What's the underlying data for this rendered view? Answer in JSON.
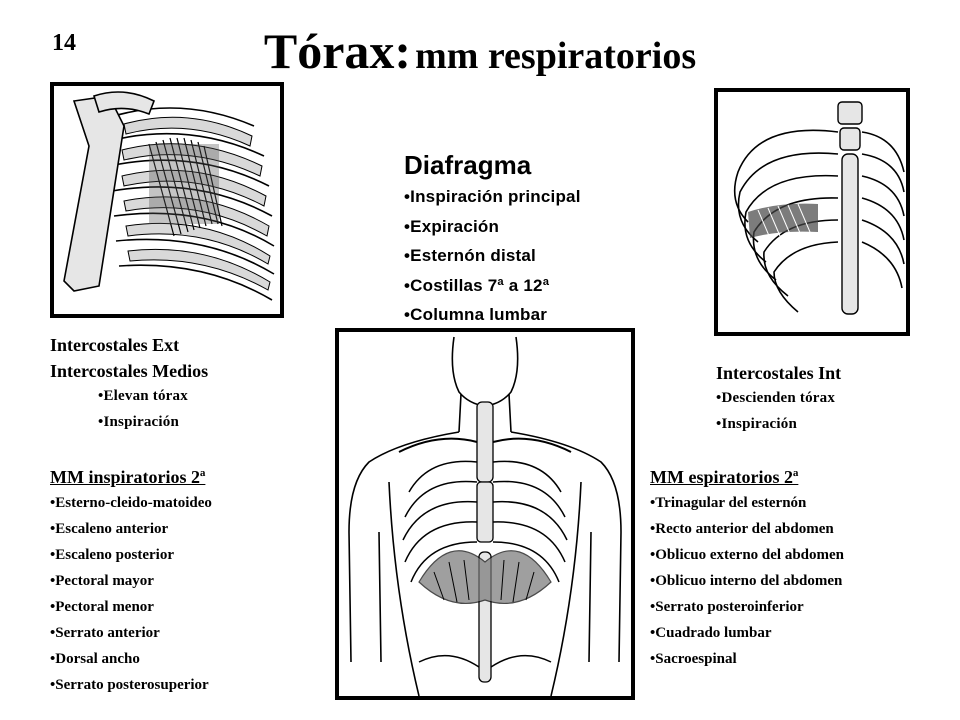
{
  "slide": {
    "number": "14",
    "title_main": "Tórax:",
    "title_sub": "mm respiratorios"
  },
  "diafragma": {
    "title": "Diafragma",
    "items": [
      "Inspiración principal",
      "Expiración",
      "Esternón distal",
      "Costillas 7ª a 12ª",
      "Columna lumbar"
    ]
  },
  "intercostales_ext": {
    "heading1": "Intercostales Ext",
    "heading2": "Intercostales Medios",
    "items": [
      "Elevan tórax",
      "Inspiración"
    ]
  },
  "intercostales_int": {
    "heading": "Intercostales Int",
    "items": [
      "Descienden tórax",
      "Inspiración"
    ]
  },
  "mm_inspiratorios": {
    "heading": "MM inspiratorios 2ª",
    "items": [
      "Esterno-cleido-matoideo",
      "Escaleno anterior",
      "Escaleno posterior",
      "Pectoral mayor",
      "Pectoral menor",
      "Serrato anterior",
      "Dorsal ancho",
      "Serrato posterosuperior"
    ]
  },
  "mm_espiratorios": {
    "heading": "MM espiratorios 2ª",
    "items": [
      "Trinagular del esternón",
      "Recto anterior del abdomen",
      "Oblicuo externo del abdomen",
      "Oblicuo interno del abdomen",
      "Serrato posteroinferior",
      "Cuadrado lumbar",
      "Sacroespinal"
    ]
  },
  "images": {
    "left": "rib-cage-intercostales-externos-illustration",
    "right": "rib-cage-intercostales-internos-illustration",
    "center": "torso-diaphragm-illustration"
  }
}
